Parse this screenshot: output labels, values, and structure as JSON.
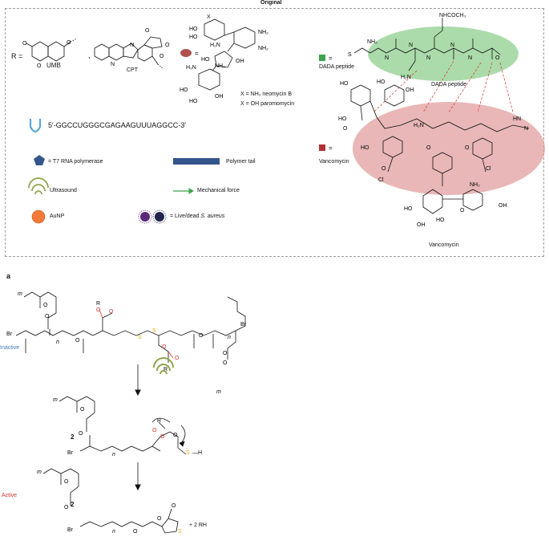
{
  "header": {
    "title": "Original"
  },
  "legend": {
    "r_label": "R =",
    "umb_label": "UMB",
    "cpt_label": "CPT",
    "sugar_x": "X",
    "neomycin_label": "X = NH₂ neomycin B",
    "paromomycin_label": "X = OH paromomycin",
    "sequence": "5′-GGCCUGGGCGAGAAGUUUAGGCC-3′",
    "t7_label": "= T7 RNA polymerase",
    "polymer_tail_label": "Polymer tail",
    "ultrasound_label": "Ultrasound",
    "mech_force_label": "Mechanical force",
    "aunp_label": "AuNP",
    "live_dead_label": "= Live/dead",
    "live_dead_species": "S. aureus",
    "dada_key_label": "DADA peptide",
    "vanco_key_label": "Vancomycin",
    "dada_structure_label": "DADA peptide",
    "vanco_structure_label": "Vancomycin",
    "nhcoch3": "NHCOCH₃",
    "equals": "="
  },
  "scheme": {
    "panel_label": "a",
    "inactive_label": "Inactive",
    "active_label": "Active",
    "compound_2a": "2",
    "compound_2b": "2",
    "byproduct": "+ 2 RH",
    "n": "n",
    "m": "m",
    "br": "Br",
    "r": "R",
    "s": "S",
    "sh": "S—H"
  },
  "colors": {
    "inactive": "#3f7cc0",
    "active": "#d0332a",
    "dada": "#3aa54b",
    "vanco": "#b03333",
    "ultrasound": "#8fa64a",
    "aunp": "#f47a3a",
    "polymer_tail": "#35558c",
    "sulfur": "#e0b01c",
    "carbonyl_red": "#d0332a"
  }
}
